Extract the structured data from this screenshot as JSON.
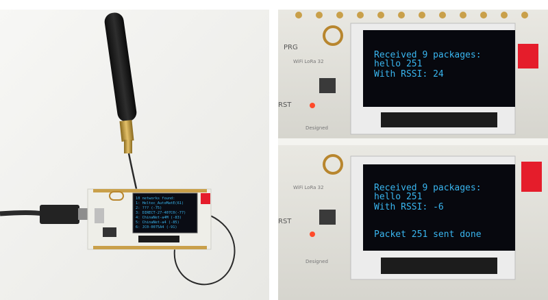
{
  "left_screen": {
    "lines": [
      "10 networks found:",
      "1: Heltec_AutoMatE(61)",
      "2: ???        (-75)",
      "3: DIRECT-27-407C0(-77)",
      "4: ChinaNet-a4M  (-83)",
      "5: ChinaNet-a4   (-85)",
      "6: JC0-0075A4    (-91)"
    ]
  },
  "top_screen": {
    "lines": [
      "Received 9 packages:",
      "hello 251",
      "With RSSI: 24"
    ]
  },
  "bottom_screen": {
    "lines": [
      "Received 9 packages:",
      "hello 251",
      "With RSSI: -6",
      "Packet 251 sent done"
    ]
  },
  "board_silkscreen": {
    "model": "WiFi LoRa 32",
    "prg": "PRG",
    "rst": "RST",
    "designer": "Designed"
  },
  "colors": {
    "oled_text": "#39b6f0",
    "board": "#eeeee8",
    "antenna": "#1c1c1c",
    "usb_cable": "#2a2a2a",
    "header_pins": "#c9a04a",
    "led": "#ff4a2a"
  }
}
